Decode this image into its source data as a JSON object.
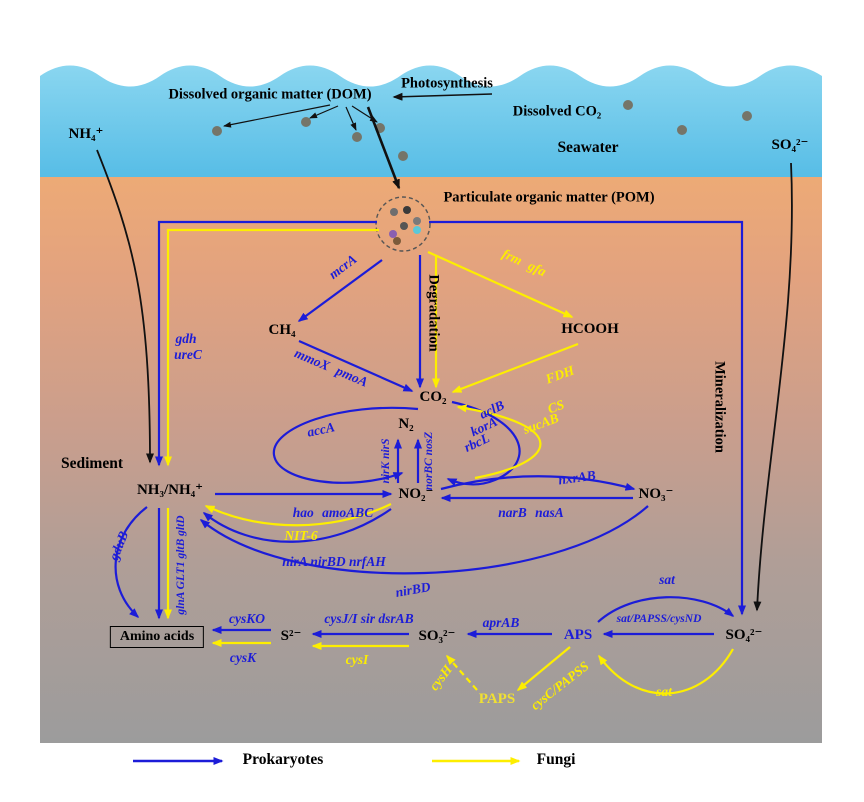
{
  "colors": {
    "prokaryote_blue": "#1c1cd8",
    "fungi_yellow": "#fdee00",
    "seawater_blue": "#63c5ea",
    "sediment_top": "#edaa76",
    "sediment_bottom": "#9c9c9c"
  },
  "seawater": {
    "region_label": "Seawater",
    "dom": "Dissolved organic matter (DOM)",
    "photosynthesis": "Photosynthesis",
    "dissolved_co2": "Dissolved CO₂",
    "nh4": "NH₄⁺",
    "so4": "SO₄²⁻"
  },
  "sediment": {
    "region_label": "Sediment",
    "pom": "Particulate organic matter (POM)",
    "degradation": "Degradation",
    "mineralization": "Mineralization",
    "amino_acids": "Amino acids"
  },
  "carbon": {
    "ch4": "CH₄",
    "hcooh": "HCOOH",
    "co2": "CO₂",
    "mcra": "mcrA",
    "frm_gfa": "frm gfa",
    "mmox_pmoa": "mmoX pmoA",
    "fdh": "FDH",
    "cs": "CS",
    "sucab": "sucAB",
    "aclb": "aclB",
    "kora": "korA",
    "rbcl": "rbcL",
    "acca": "accA"
  },
  "nitrogen": {
    "gdh": "gdh",
    "urec": "ureC",
    "n2": "N₂",
    "nh3_nh4": "NH₃/NH₄⁺",
    "no2": "NO₂⁻",
    "no3": "NO₃⁻",
    "nirk_nirs": "nirK nirS",
    "norbc_nosz": "norBC nosZ",
    "hao_amoabc": "hao amoABC",
    "narb_nasa": "narB nasA",
    "nxrab": "nxrAB",
    "nit6": "NIT-6",
    "nira_nirbd_nrfah": "nirA nirBD nrfAH",
    "nirbd": "nirBD",
    "gdub": "gduB",
    "glna_glt1_gltb_gltd": "glnA GLT1 gltB gltD"
  },
  "sulfur": {
    "so4": "SO₄²⁻",
    "aps": "APS",
    "paps": "PAPS",
    "so3": "SO₃²⁻",
    "s2": "S²⁻",
    "sat_upper": "sat",
    "sat_lower": "sat",
    "sat_papss_cysnd": "sat/PAPSS/cysND",
    "aprab": "aprAB",
    "cysc_papss": "cysC/PAPSS",
    "cysh": "cysH",
    "cysji_sir_dsrab": "cysJ/I sir dsrAB",
    "cysi": "cysI",
    "cysko": "cysKO",
    "cysk": "cysK"
  },
  "legend": {
    "prokaryotes": "Prokaryotes",
    "fungi": "Fungi"
  }
}
